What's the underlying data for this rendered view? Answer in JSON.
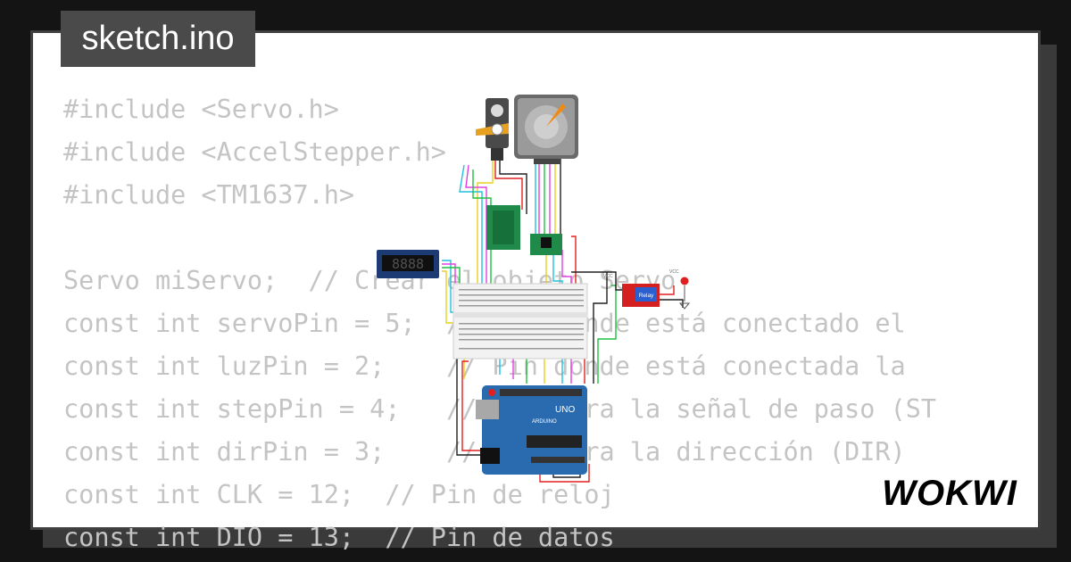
{
  "tab": {
    "filename": "sketch.ino"
  },
  "code": {
    "lines": [
      "#include <Servo.h>",
      "#include <AccelStepper.h>",
      "#include <TM1637.h>",
      "",
      "Servo miServo;  // Crear el objeto Servo",
      "const int servoPin = 5;  // Pin donde está conectado el",
      "const int luzPin = 2;    // Pin donde está conectada la",
      "const int stepPin = 4;   // Pin para la señal de paso (ST",
      "const int dirPin = 3;    // Pin para la dirección (DIR)",
      "const int CLK = 12;  // Pin de reloj",
      "const int DIO = 13;  // Pin de datos"
    ]
  },
  "circuit": {
    "arduino": {
      "brand": "ARDUINO",
      "model": "UNO"
    },
    "relay": {
      "label": "Relay"
    },
    "display": {
      "digits": "8888"
    },
    "labels": {
      "vcc": "VCC"
    }
  },
  "brand": {
    "logo": "WOKWI"
  },
  "colors": {
    "background": "#141414",
    "card": "#ffffff",
    "tab": "#4a4a4a",
    "code_text": "#c4c4c4",
    "arduino": "#2a6bb0",
    "relay": "#d42020",
    "driver": "#1f8a4a"
  }
}
